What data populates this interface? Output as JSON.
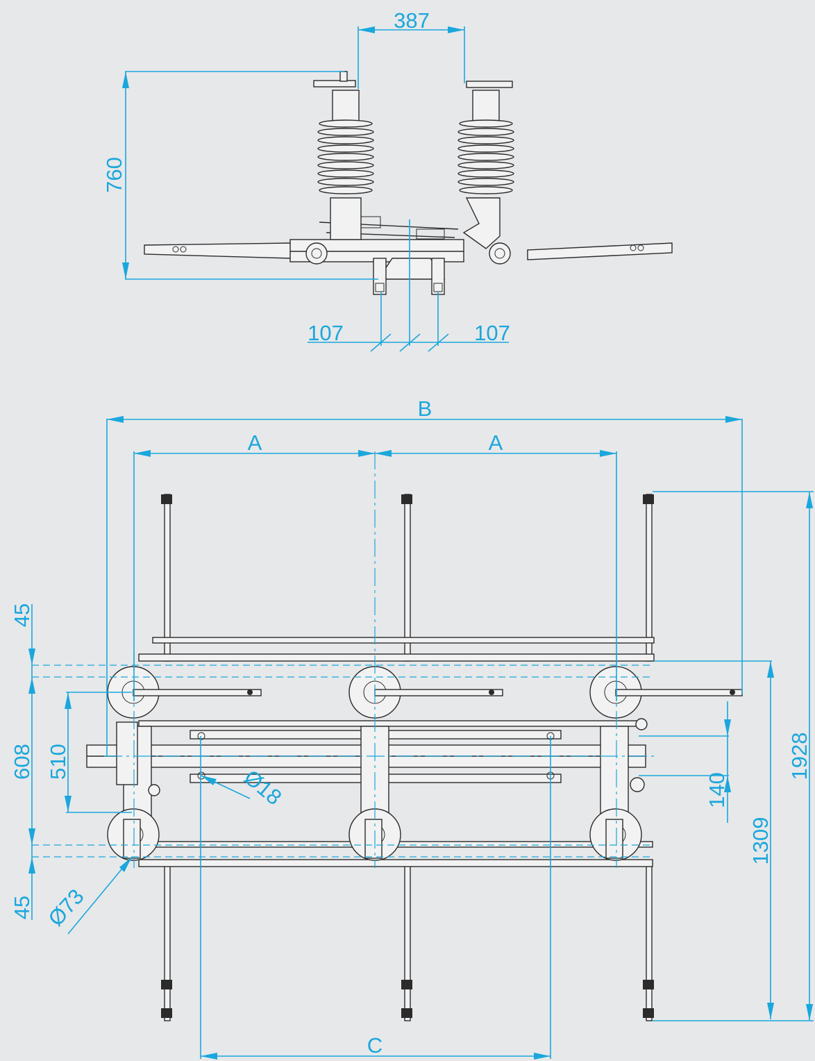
{
  "dimensions": {
    "top_pole_spacing": "387",
    "top_height": "760",
    "top_left_offset": "107",
    "top_right_offset": "107",
    "overall_width": "B",
    "phase_spacing_1": "A",
    "phase_spacing_2": "A",
    "mounting_spacing": "C",
    "left_top_45": "45",
    "left_608": "608",
    "left_510": "510",
    "left_bottom_45": "45",
    "hole_diameter_18": "Ø18",
    "hole_diameter_73": "Ø73",
    "right_140": "140",
    "right_1309": "1309",
    "right_1928": "1928"
  },
  "colors": {
    "background": "#e7e8ea",
    "dimension": "#1aa7dc",
    "outline": "#2b2b2b"
  }
}
